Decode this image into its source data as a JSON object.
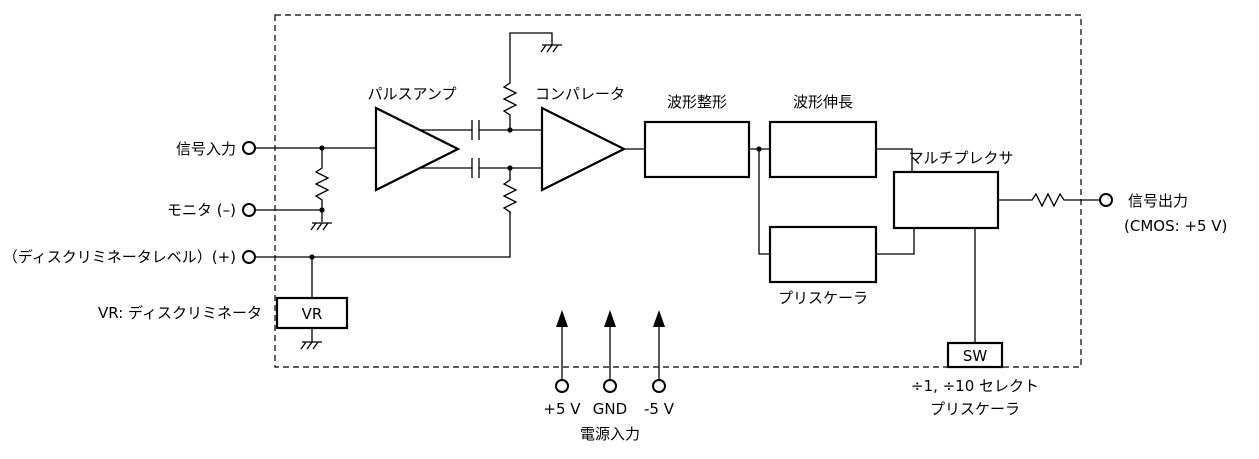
{
  "blocks": {
    "pulse_amp": "パルスアンプ",
    "comparator": "コンパレータ",
    "wave_shaping": "波形整形",
    "wave_stretch": "波形伸長",
    "multiplexer": "マルチプレクサ",
    "prescaler": "プリスケーラ",
    "vr": "VR",
    "sw": "SW"
  },
  "inputs": {
    "signal_input": "信号入力",
    "monitor": "モニタ (–)",
    "discriminator_level": "（ディスクリミネータレベル）(+)",
    "vr_label": "VR: ディスクリミネータ"
  },
  "outputs": {
    "signal_output": "信号出力",
    "cmos": "(CMOS: +5 V)"
  },
  "power": {
    "plus5": "+5 V",
    "gnd": "GND",
    "minus5": "-5 V",
    "label": "電源入力"
  },
  "select": {
    "line1": "÷1, ÷10 セレクト",
    "line2": "プリスケーラ"
  }
}
